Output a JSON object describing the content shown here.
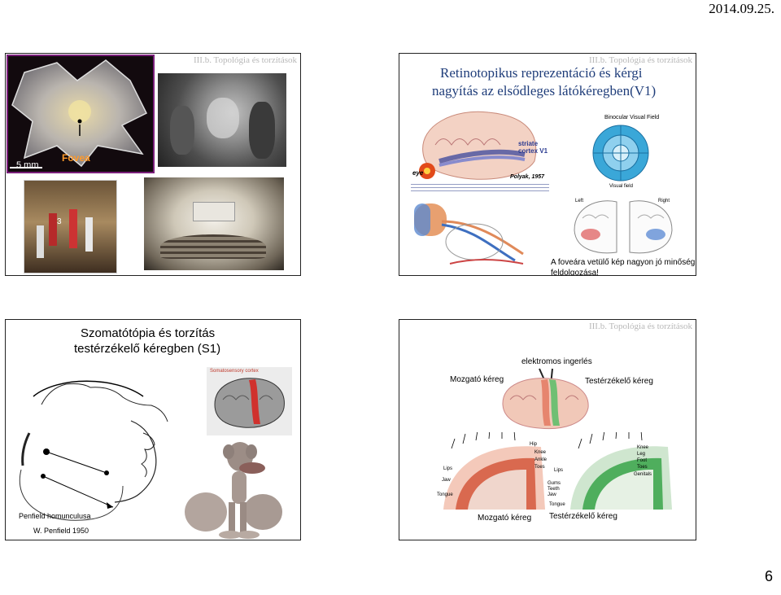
{
  "page": {
    "date": "2014.09.25.",
    "number": "6"
  },
  "slide1": {
    "header": "III.b. Topológia és torzítások",
    "scale_label": "5 mm",
    "fovea_label": "Fovea",
    "badge": "3"
  },
  "slide2": {
    "header": "III.b. Topológia és torzítások",
    "title_line1": "Retinotopikus reprezentáció és kérgi",
    "title_line2": "nagyítás az elsődleges látókéregben(V1)",
    "figure_credit": "Polyak, 1957",
    "striate_label": "striate cortex V1",
    "eye_label": "eye",
    "binocular_title": "Binocular Visual Field",
    "visual_field_label": "Visual field",
    "left_label": "Left",
    "right_label": "Right",
    "caption_line1": "A foveára vetülő kép nagyon jó minőségű",
    "caption_line2": "feldolgozása!"
  },
  "slide3": {
    "title_line1": "Szomatótópia és torzítás",
    "title_line2": "testérzékelő kéregben (S1)",
    "inset_label": "Somatosensory cortex",
    "caption1": "Penfield homunculusa",
    "caption2": "W. Penfield 1950"
  },
  "slide4": {
    "header": "III.b. Topológia és torzítások",
    "stim_label": "elektromos ingerlés",
    "motor_label_top": "Mozgató kéreg",
    "sensory_label_top": "Testérzékelő kéreg",
    "motor_label_bottom": "Mozgató kéreg",
    "sensory_label_bottom": "Testérzékelő kéreg",
    "motor_parts": [
      "Lips",
      "Jaw",
      "Tongue",
      "Hip",
      "Knee",
      "Ankle",
      "Toes"
    ],
    "sensory_parts": [
      "Lips",
      "Gums",
      "Teeth",
      "Jaw",
      "Tongue",
      "Knee",
      "Leg",
      "Foot",
      "Toes",
      "Genitals"
    ]
  }
}
